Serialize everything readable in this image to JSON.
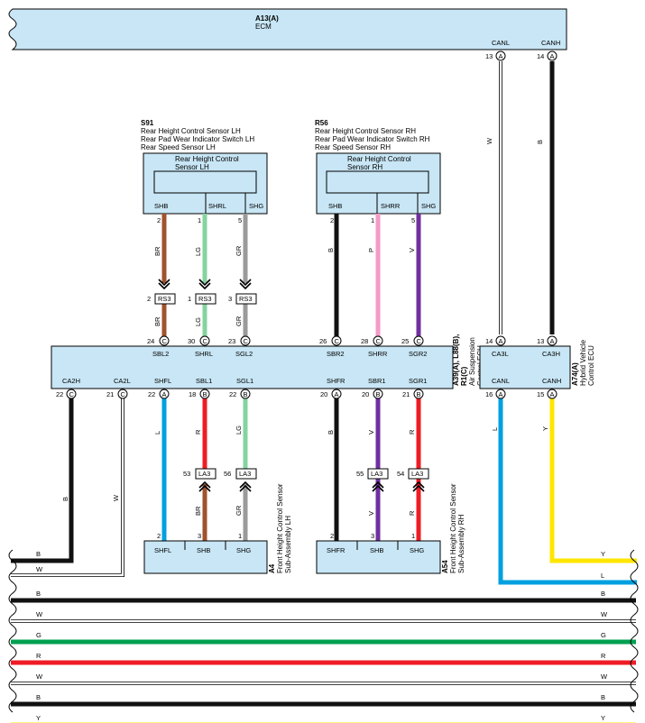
{
  "ecm": {
    "code": "A13(A)",
    "name": "ECM",
    "pins": [
      {
        "pin": "CANL",
        "num": "13",
        "conn": "A"
      },
      {
        "pin": "CANH",
        "num": "14",
        "conn": "A"
      }
    ]
  },
  "wire_ecm_canl": "W",
  "wire_ecm_canh": "B",
  "s91": {
    "code": "S91",
    "lines": [
      "Rear Height Control Sensor LH",
      "Rear Pad Wear Indicator Switch LH",
      "Rear Speed Sensor LH"
    ],
    "box_title": [
      "Rear Height Control",
      "Sensor LH"
    ],
    "pins": [
      "SHB",
      "SHRL",
      "SHG"
    ],
    "nums": [
      "2",
      "1",
      "5"
    ]
  },
  "r56": {
    "code": "R56",
    "lines": [
      "Rear Height Control Sensor RH",
      "Rear Pad Wear Indicator Switch RH",
      "Rear Speed Sensor RH"
    ],
    "box_title": [
      "Rear Height Control",
      "Sensor RH"
    ],
    "pins": [
      "SHB",
      "SHRR",
      "SHG"
    ],
    "nums": [
      "2",
      "1",
      "5"
    ]
  },
  "rear_lh_wires": [
    "BR",
    "LG",
    "GR"
  ],
  "rear_rh_wires": [
    "B",
    "P",
    "V"
  ],
  "rs3": {
    "label": "RS3",
    "nums": [
      "2",
      "1",
      "3"
    ]
  },
  "ecu_top_lh": [
    {
      "num": "24",
      "conn": "C",
      "pin": "SBL2",
      "wire": "BR"
    },
    {
      "num": "30",
      "conn": "C",
      "pin": "SHRL",
      "wire": "LG"
    },
    {
      "num": "23",
      "conn": "C",
      "pin": "SGL2",
      "wire": "GR"
    }
  ],
  "ecu_top_rh": [
    {
      "num": "26",
      "conn": "C",
      "pin": "SBR2"
    },
    {
      "num": "28",
      "conn": "C",
      "pin": "SHRR"
    },
    {
      "num": "25",
      "conn": "C",
      "pin": "SGR2"
    }
  ],
  "ecu_code": [
    "A39(A), L88(B),",
    "R1(C)",
    "Air Suspension",
    "Control ECU"
  ],
  "ecu_bottom": [
    {
      "pin": "CA2H",
      "num": "22",
      "conn": "C"
    },
    {
      "pin": "CA2L",
      "num": "21",
      "conn": "C"
    },
    {
      "pin": "SHFL",
      "num": "22",
      "conn": "A"
    },
    {
      "pin": "SBL1",
      "num": "18",
      "conn": "B"
    },
    {
      "pin": "SGL1",
      "num": "22",
      "conn": "B"
    },
    {
      "pin": "SHFR",
      "num": "20",
      "conn": "A"
    },
    {
      "pin": "SBR1",
      "num": "20",
      "conn": "B"
    },
    {
      "pin": "SGR1",
      "num": "21",
      "conn": "B"
    }
  ],
  "hv_ecu": {
    "code": "A74(A)",
    "lines": [
      "Hybrid Vehicle",
      "Control ECU"
    ],
    "top": [
      {
        "pin": "CA3L",
        "num": "14",
        "conn": "A"
      },
      {
        "pin": "CA3H",
        "num": "13",
        "conn": "A"
      }
    ],
    "bottom": [
      {
        "pin": "CANL",
        "num": "16",
        "conn": "A"
      },
      {
        "pin": "CANH",
        "num": "15",
        "conn": "A"
      }
    ]
  },
  "wire_hv_canl": "L",
  "wire_hv_canh": "Y",
  "wire_ca2h": "B",
  "wire_ca2l": "W",
  "front_lh_upper_wires": [
    "L",
    "R",
    "LG"
  ],
  "front_rh_upper_wires": [
    "B",
    "V",
    "R"
  ],
  "front_lh_lower_wires": [
    "BR",
    "GR"
  ],
  "front_rh_lower_wires": [
    "V",
    "R"
  ],
  "la3": {
    "label": "LA3",
    "nums_lh": [
      "53",
      "56"
    ],
    "nums_rh": [
      "55",
      "54"
    ]
  },
  "a4": {
    "code": "A4",
    "lines": [
      "Front Height Control Sensor",
      "Sub-Assembly LH"
    ],
    "pins": [
      "SHFL",
      "SHB",
      "SHG"
    ],
    "nums": [
      "2",
      "3",
      "1"
    ]
  },
  "a54": {
    "code": "A54",
    "lines": [
      "Front Height Control Sensor",
      "Sub-Assembly RH"
    ],
    "pins": [
      "SHFR",
      "SHB",
      "SHG"
    ],
    "nums": [
      "2",
      "3",
      "1"
    ]
  },
  "bus": [
    {
      "name": "B",
      "color": "#111111"
    },
    {
      "name": "W",
      "color": "#ffffff"
    },
    {
      "name": "G",
      "color": "#00a050"
    },
    {
      "name": "R",
      "color": "#ee1c25"
    },
    {
      "name": "W",
      "color": "#ffffff"
    },
    {
      "name": "B",
      "color": "#111111"
    },
    {
      "name": "Y",
      "color": "#ffe600"
    },
    {
      "name": "L",
      "color": "#00a0e0"
    }
  ],
  "bus_y_right": "Y",
  "bus_l_right": "L",
  "colors": {
    "BR": "#a0522d",
    "LG": "#86d3a0",
    "GR": "#9a9a9a",
    "B": "#111111",
    "P": "#f49ac8",
    "V": "#7030a0",
    "R": "#ee1c25",
    "L": "#00a0e0",
    "Y": "#ffe600",
    "W": "#ffffff",
    "G": "#00a050",
    "block": "#c8e6f5"
  }
}
